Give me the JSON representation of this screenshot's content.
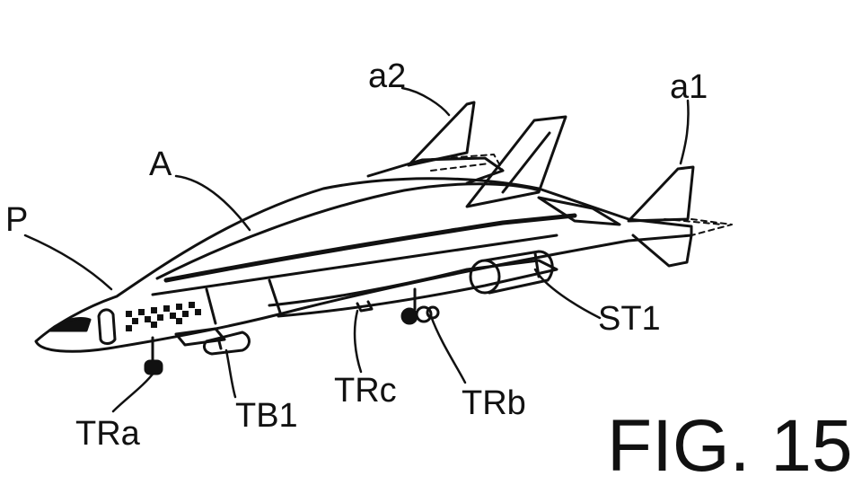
{
  "figure": {
    "title": "FIG. 15",
    "labels": {
      "a2": "a2",
      "a1": "a1",
      "A": "A",
      "P": "P",
      "ST1": "ST1",
      "TRc": "TRc",
      "TRb": "TRb",
      "TB1": "TB1",
      "TRa": "TRa"
    }
  },
  "colors": {
    "ink": "#111111",
    "background": "#ffffff"
  }
}
